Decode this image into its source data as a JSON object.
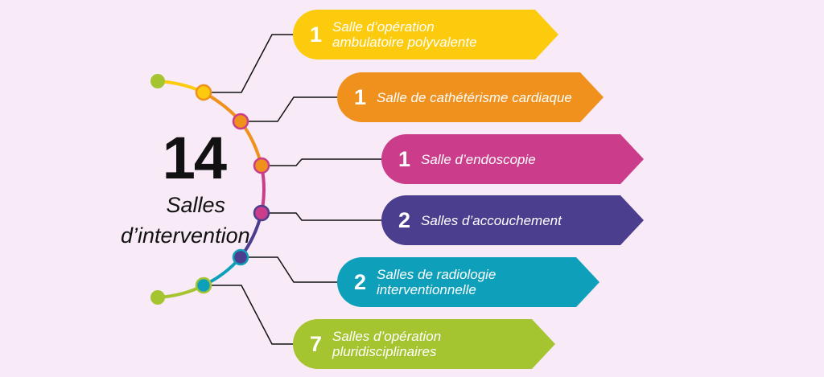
{
  "total": {
    "value": "14",
    "label_line1": "Salles",
    "label_line2": "d’intervention"
  },
  "rooms": [
    {
      "count": "1",
      "label_line1": "Salle d’opération",
      "label_line2": "ambulatoire polyvalente",
      "color": "#fccb0e"
    },
    {
      "count": "1",
      "label_line1": "Salle de cathétérisme cardiaque",
      "label_line2": "",
      "color": "#f0901d"
    },
    {
      "count": "1",
      "label_line1": "Salle d’endoscopie",
      "label_line2": "",
      "color": "#cb3c8a"
    },
    {
      "count": "2",
      "label_line1": "Salles d’accouchement",
      "label_line2": "",
      "color": "#4c3e8f"
    },
    {
      "count": "2",
      "label_line1": "Salles de radiologie",
      "label_line2": "interventionnelle",
      "color": "#0ea0bb"
    },
    {
      "count": "7",
      "label_line1": "Salles d’opération",
      "label_line2": "pluridisciplinaires",
      "color": "#a5c530"
    }
  ],
  "colors": {
    "background": "#f8eaf6",
    "arc_start": "#a5c530",
    "text_dark": "#111111"
  }
}
